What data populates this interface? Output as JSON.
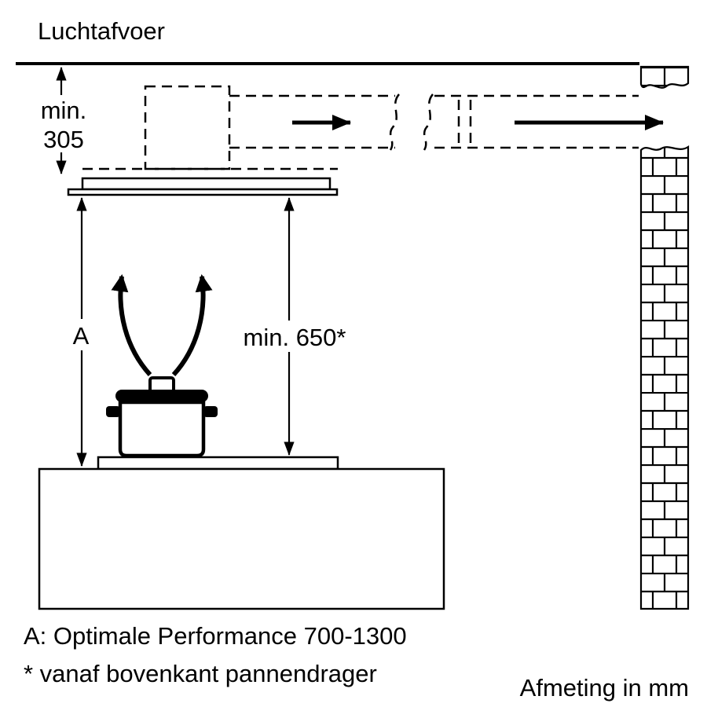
{
  "title": "Luchtafvoer",
  "dims": {
    "min305_line1": "min.",
    "min305_line2": "305",
    "a_label": "A",
    "min650_label": "min. 650*"
  },
  "legend": {
    "a": "A: Optimale Performance 700-1300",
    "star": "* vanaf bovenkant pannendrager",
    "units": "Afmeting in mm"
  },
  "colors": {
    "ink": "#000000",
    "paper": "#ffffff"
  }
}
